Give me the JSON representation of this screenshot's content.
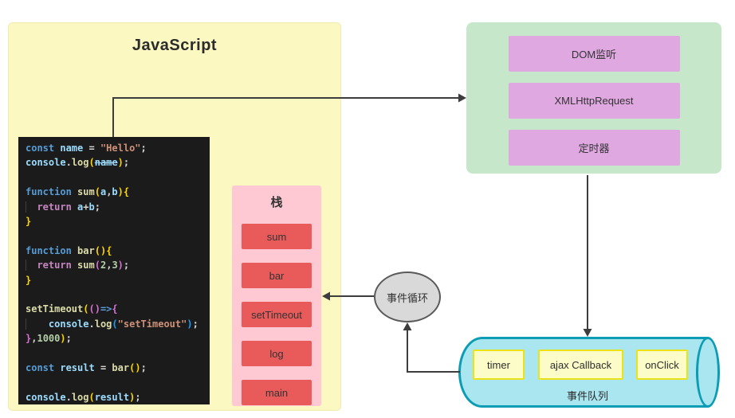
{
  "javascript_panel": {
    "title": "JavaScript",
    "code_lines": [
      [
        [
          "kw",
          "const"
        ],
        [
          "pun",
          " "
        ],
        [
          "vr",
          "name"
        ],
        [
          "pun",
          " = "
        ],
        [
          "str",
          "\"Hello\""
        ],
        [
          "pun",
          ";"
        ]
      ],
      [
        [
          "vr",
          "console"
        ],
        [
          "pun",
          "."
        ],
        [
          "fn",
          "log"
        ],
        [
          "b1",
          "("
        ],
        [
          "strike",
          "name"
        ],
        [
          "b1",
          ")"
        ],
        [
          "pun",
          ";"
        ]
      ],
      [],
      [
        [
          "kw",
          "function"
        ],
        [
          "pun",
          " "
        ],
        [
          "fn",
          "sum"
        ],
        [
          "b1",
          "("
        ],
        [
          "vr",
          "a"
        ],
        [
          "pun",
          ","
        ],
        [
          "vr",
          "b"
        ],
        [
          "b1",
          ")"
        ],
        [
          "b1",
          "{"
        ]
      ],
      [
        [
          "ind",
          "  "
        ],
        [
          "ctl",
          "return"
        ],
        [
          "pun",
          " "
        ],
        [
          "vr",
          "a"
        ],
        [
          "pun",
          "+"
        ],
        [
          "vr",
          "b"
        ],
        [
          "pun",
          ";"
        ]
      ],
      [
        [
          "b1",
          "}"
        ]
      ],
      [],
      [
        [
          "kw",
          "function"
        ],
        [
          "pun",
          " "
        ],
        [
          "fn",
          "bar"
        ],
        [
          "b1",
          "("
        ],
        [
          "b1",
          ")"
        ],
        [
          "b1",
          "{"
        ]
      ],
      [
        [
          "ind",
          "  "
        ],
        [
          "ctl",
          "return"
        ],
        [
          "pun",
          " "
        ],
        [
          "fn",
          "sum"
        ],
        [
          "b2",
          "("
        ],
        [
          "num",
          "2"
        ],
        [
          "pun",
          ","
        ],
        [
          "num",
          "3"
        ],
        [
          "b2",
          ")"
        ],
        [
          "pun",
          ";"
        ]
      ],
      [
        [
          "b1",
          "}"
        ]
      ],
      [],
      [
        [
          "fn",
          "setTimeout"
        ],
        [
          "b1",
          "("
        ],
        [
          "b2",
          "("
        ],
        [
          "b2",
          ")"
        ],
        [
          "kw",
          "=>"
        ],
        [
          "b2",
          "{"
        ]
      ],
      [
        [
          "ind",
          "    "
        ],
        [
          "vr",
          "console"
        ],
        [
          "pun",
          "."
        ],
        [
          "fn",
          "log"
        ],
        [
          "b3",
          "("
        ],
        [
          "str",
          "\"setTimeout\""
        ],
        [
          "b3",
          ")"
        ],
        [
          "pun",
          ";"
        ]
      ],
      [
        [
          "b2",
          "}"
        ],
        [
          "pun",
          ","
        ],
        [
          "num",
          "1000"
        ],
        [
          "b1",
          ")"
        ],
        [
          "pun",
          ";"
        ]
      ],
      [],
      [
        [
          "kw",
          "const"
        ],
        [
          "pun",
          " "
        ],
        [
          "vr",
          "result"
        ],
        [
          "pun",
          " = "
        ],
        [
          "fn",
          "bar"
        ],
        [
          "b1",
          "("
        ],
        [
          "b1",
          ")"
        ],
        [
          "pun",
          ";"
        ]
      ],
      [],
      [
        [
          "vr",
          "console"
        ],
        [
          "pun",
          "."
        ],
        [
          "fn",
          "log"
        ],
        [
          "b1",
          "("
        ],
        [
          "vr",
          "result"
        ],
        [
          "b1",
          ")"
        ],
        [
          "pun",
          ";"
        ]
      ]
    ]
  },
  "call_stack": {
    "title": "栈",
    "items": [
      "sum",
      "bar",
      "setTimeout",
      "log",
      "main"
    ]
  },
  "web_apis": {
    "items": [
      "DOM监听",
      "XMLHttpRequest",
      "定时器"
    ]
  },
  "event_loop": {
    "label": "事件循环"
  },
  "event_queue": {
    "label": "事件队列",
    "items": [
      "timer",
      "ajax Callback",
      "onClick"
    ]
  },
  "colors": {
    "js_panel_bg": "#FBF8C2",
    "code_bg": "#1B1B1B",
    "stack_bg": "#FFC9D4",
    "stack_item_bg": "#E95B5B",
    "web_api_bg": "#C7E7CB",
    "web_api_item_bg": "#DFA8E1",
    "event_loop_bg": "#D9D9D9",
    "queue_bg": "#A9E6EF",
    "queue_border": "#0C9CB4",
    "queue_item_bg": "#FCFCC9",
    "queue_item_border": "#EBE316",
    "arrow": "#3d3d3d"
  }
}
